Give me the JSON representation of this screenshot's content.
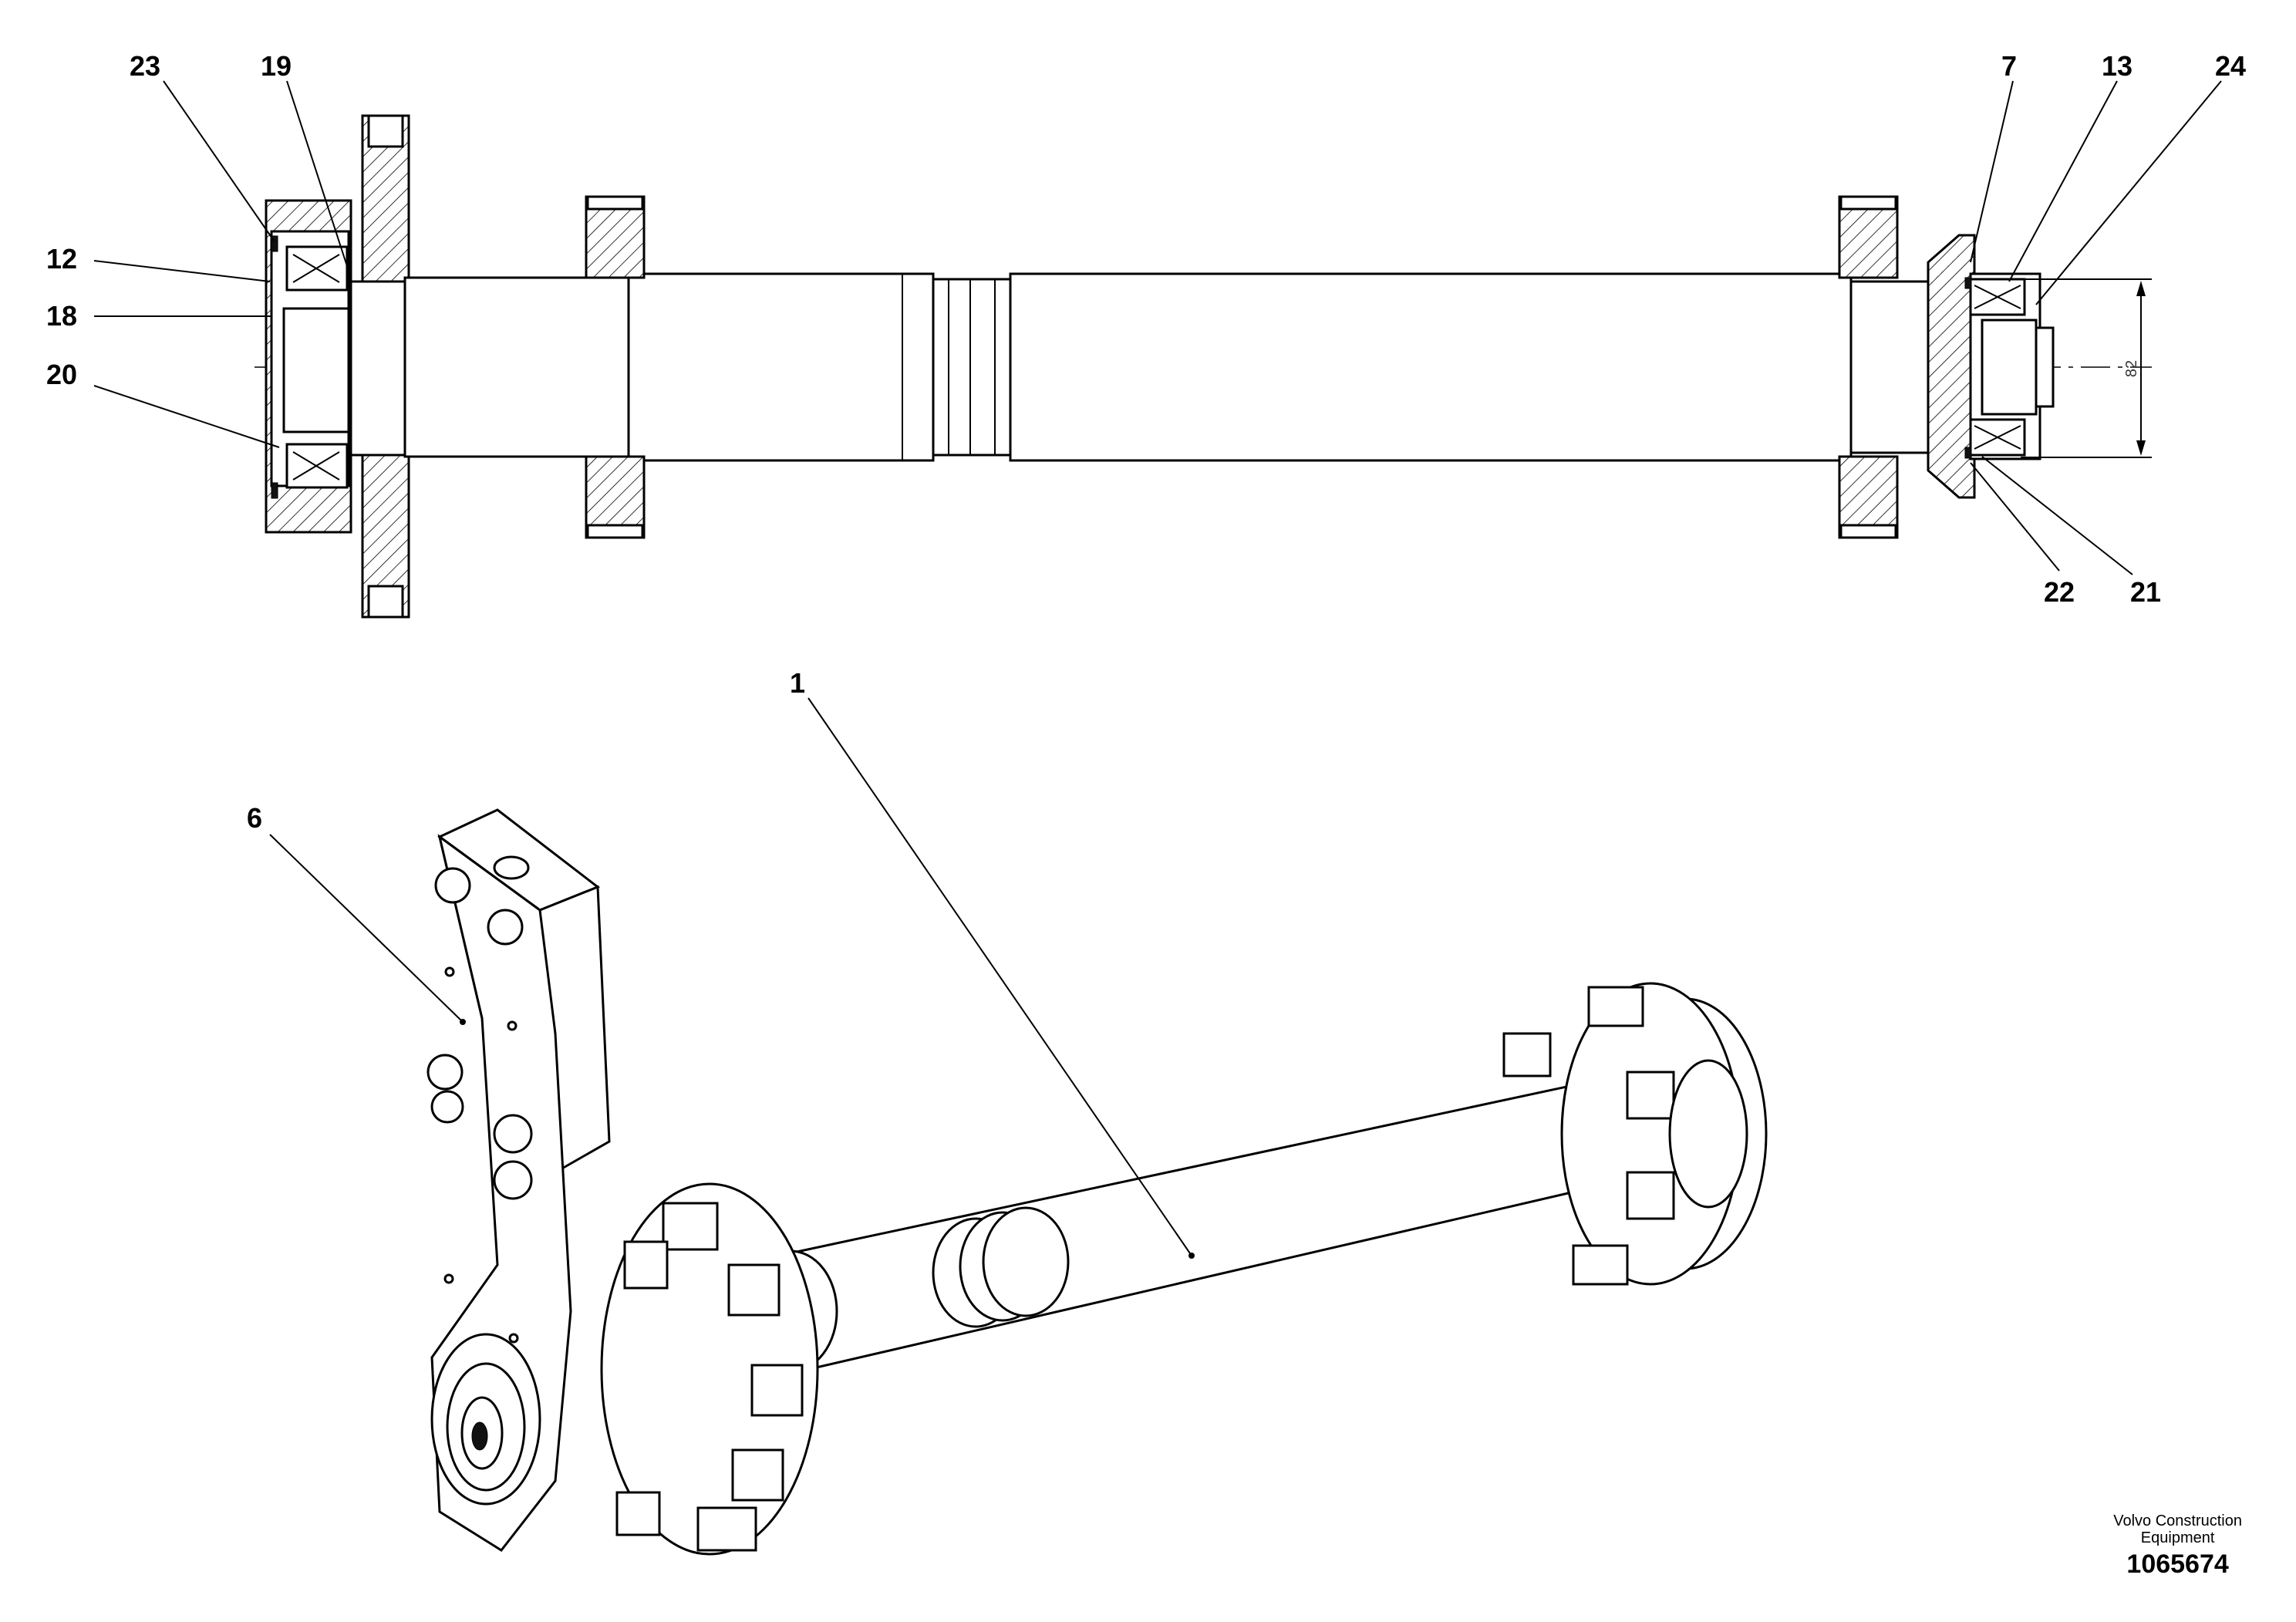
{
  "callouts": {
    "c23": "23",
    "c19": "19",
    "c12": "12",
    "c18": "18",
    "c20": "20",
    "c7": "7",
    "c13": "13",
    "c24": "24",
    "c22": "22",
    "c21": "21",
    "c1": "1",
    "c6": "6"
  },
  "dimension_label": "82",
  "footer": {
    "brand_line1": "Volvo Construction",
    "brand_line2": "Equipment",
    "drawing_number": "1065674"
  }
}
